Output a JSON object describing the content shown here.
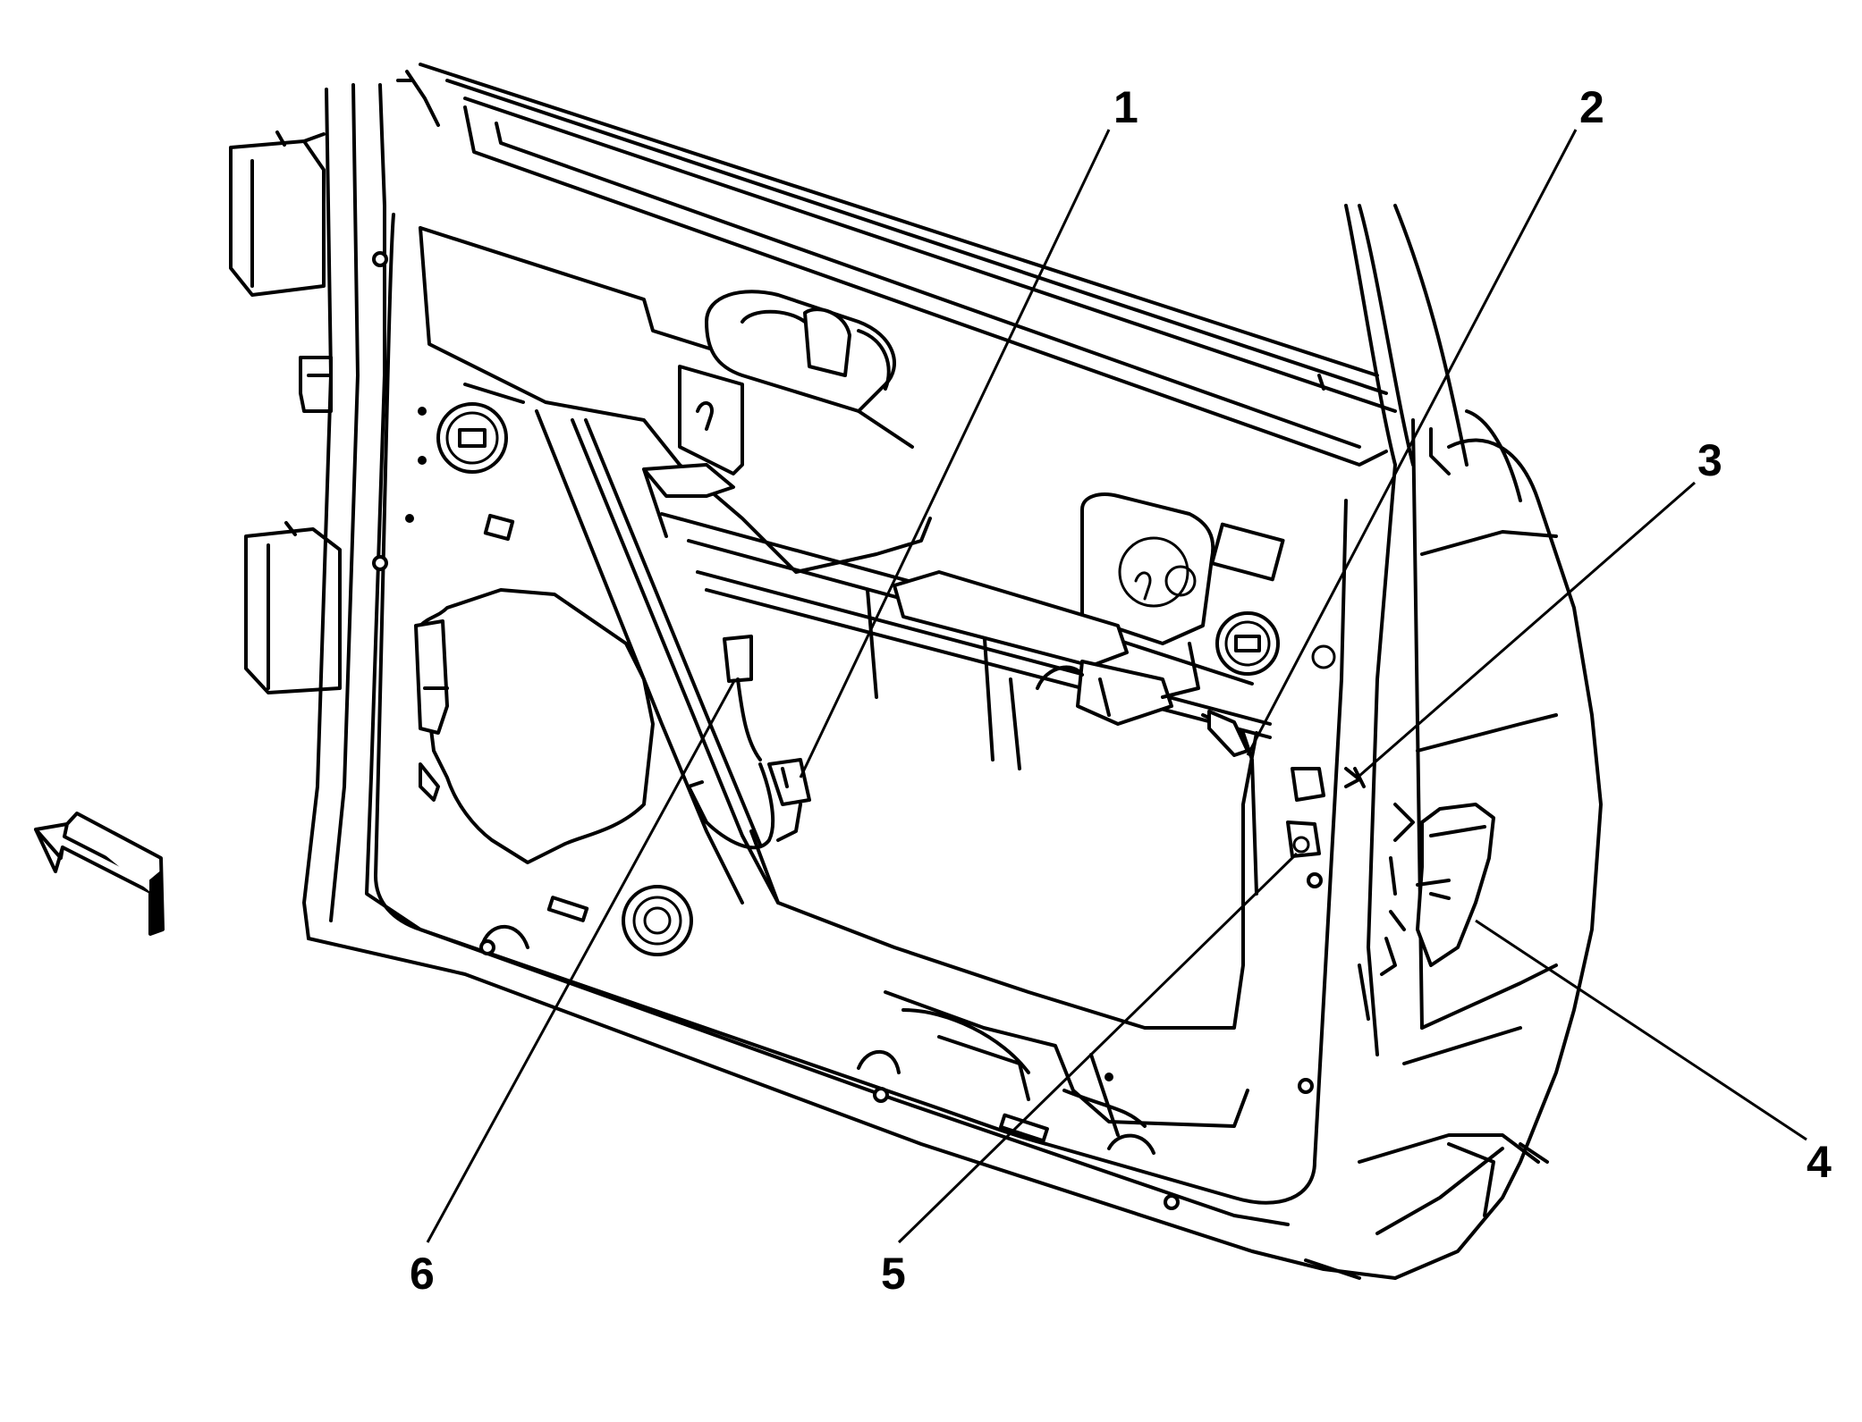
{
  "callouts": [
    {
      "id": "1",
      "label": "1"
    },
    {
      "id": "2",
      "label": "2"
    },
    {
      "id": "3",
      "label": "3"
    },
    {
      "id": "4",
      "label": "4"
    },
    {
      "id": "5",
      "label": "5"
    },
    {
      "id": "6",
      "label": "6"
    }
  ],
  "colors": {
    "line": "#000000",
    "background": "#ffffff"
  },
  "icons": {
    "direction_indicator": "forward-arrow-icon"
  }
}
